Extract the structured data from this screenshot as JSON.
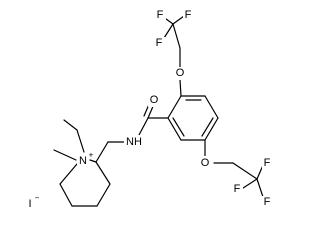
{
  "structure": {
    "atoms": {
      "f1": "F",
      "f2": "F",
      "f3": "F",
      "o1": "O",
      "o2": "O",
      "nh": "NH",
      "n_plus": "N",
      "plus_sign": "+",
      "o3": "O",
      "f4": "F",
      "f5": "F",
      "f6": "F",
      "iodide": "I",
      "minus_sign": "−"
    }
  }
}
